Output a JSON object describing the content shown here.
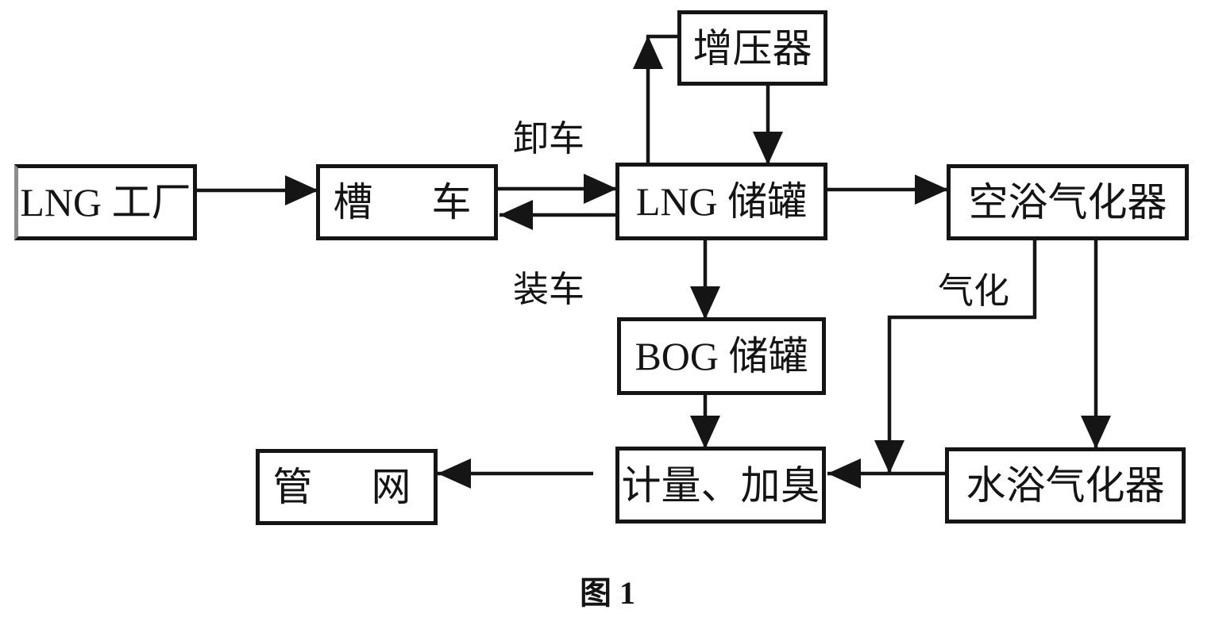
{
  "page": {
    "background_color": "#ffffff",
    "ink_color": "#141414",
    "kind": "scanned LNG station process flow diagram"
  },
  "diagram": {
    "caption": "图 1",
    "nodes": {
      "lng_plant": "LNG 工厂",
      "tank_truck": "槽　车",
      "booster": "增压器",
      "lng_tank": "LNG 储罐",
      "air_vaporizer": "空浴气化器",
      "bog_tank": "BOG 储罐",
      "metering_odorizing": "计量、加臭",
      "water_vaporizer": "水浴气化器",
      "pipe_network": "管　网"
    },
    "flow_labels": {
      "unloading": "卸车",
      "loading": "装车",
      "vaporization": "气化"
    }
  }
}
